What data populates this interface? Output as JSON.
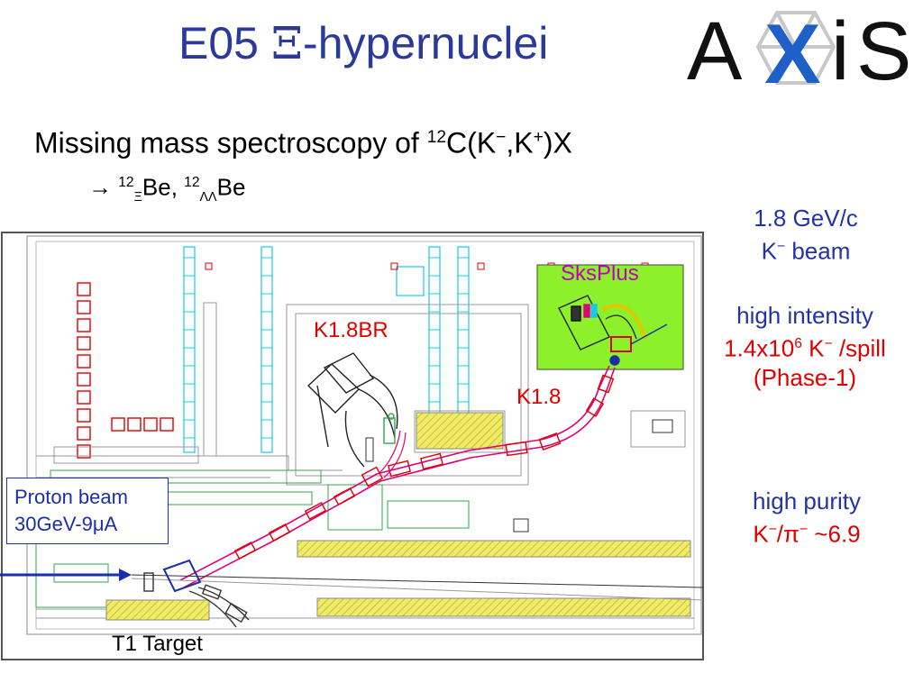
{
  "title": {
    "prefix": "E05 ",
    "symbol": "Ξ",
    "suffix": "-hypernuclei"
  },
  "logo": {
    "text": "AXiS"
  },
  "subtitle": {
    "text": "Missing mass spectroscopy of ",
    "mass_number": "12",
    "reaction": "C(K",
    "minus": "−",
    "comma": ",K",
    "plus": "+",
    "close": ")X"
  },
  "products": {
    "arrow": "→ ",
    "mass1": "12",
    "sub1": "Ξ",
    "elem1": "Be, ",
    "mass2": "12",
    "sub2": "ΛΛ",
    "elem2": "Be"
  },
  "beam_info": {
    "line1": "1.8 GeV/c",
    "line2_pre": "K",
    "line2_minus": "−",
    "line2_post": " beam"
  },
  "intensity": {
    "line1": "high intensity",
    "line2_pre": "1.4x10",
    "exp": "6",
    "line2_mid": " K",
    "line2_minus": "−",
    "line2_post": " /spill",
    "line3": "(Phase-1)"
  },
  "purity": {
    "line1": "high purity",
    "line2_pre": "K",
    "line2_minus": "−",
    "line2_slash": "/π",
    "line2_minus2": "−",
    "line2_post": " ~6.9"
  },
  "proton_beam": {
    "line1": "Proton beam",
    "line2": "30GeV-9μA"
  },
  "labels": {
    "t1": "T1 Target",
    "k18br": "K1.8BR",
    "k18": "K1.8",
    "sks": "SksPlus"
  },
  "colors": {
    "title": "#2b3a9a",
    "accent_red": "#e00000",
    "sks_green": "#8cf02a",
    "beamline_magenta": "#e0007a",
    "cyan": "#19c8e6",
    "hatch_yellow": "#f0ec6a"
  }
}
